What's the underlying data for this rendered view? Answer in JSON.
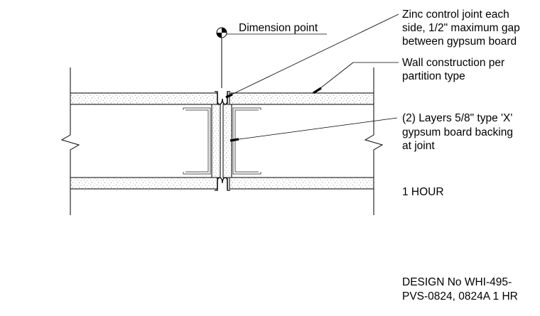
{
  "labels": {
    "dimension_point": "Dimension point",
    "zinc_joint": [
      "Zinc control joint each",
      "side, 1/2\" maximum gap",
      "between gypsum board"
    ],
    "wall_construction": [
      "Wall construction per",
      "partition type"
    ],
    "gypsum_backing": [
      "(2) Layers 5/8\" type 'X'",
      "gypsum board backing",
      "at joint"
    ],
    "rating": "1 HOUR",
    "design_no": [
      "DESIGN No WHI-495-",
      "PVS-0824, 0824A 1 HR"
    ]
  }
}
